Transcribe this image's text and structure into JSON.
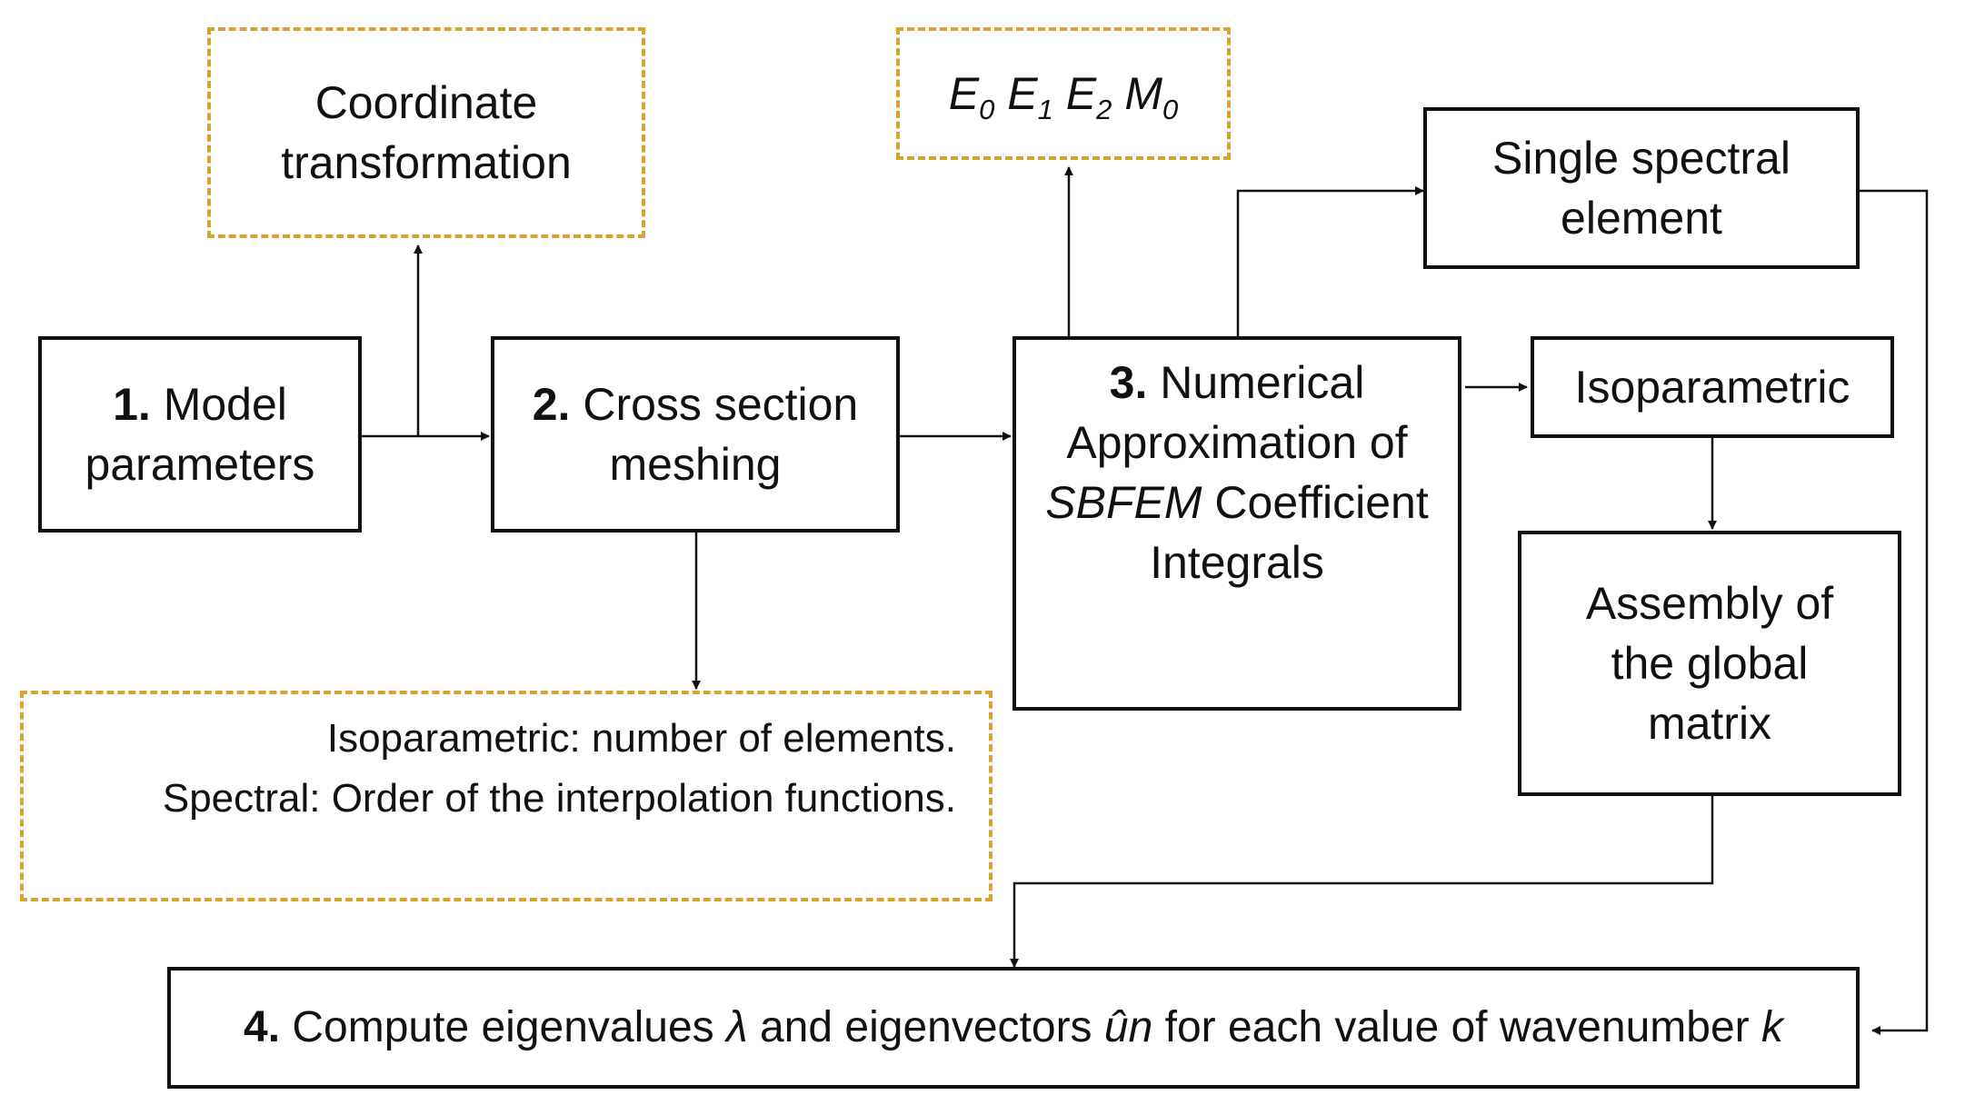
{
  "diagram": {
    "coordinate_box": {
      "lines": [
        "Coordinate",
        "transformation"
      ]
    },
    "matrices_box": {
      "terms": [
        {
          "sym": "E",
          "sub": "0"
        },
        {
          "sym": "E",
          "sub": "1"
        },
        {
          "sym": "E",
          "sub": "2"
        },
        {
          "sym": "M",
          "sub": "0"
        }
      ]
    },
    "single_spectral_box": {
      "lines": [
        "Single spectral",
        "element"
      ]
    },
    "step1": {
      "number": "1.",
      "line1": "Model",
      "line2": "parameters"
    },
    "step2": {
      "number": "2.",
      "line1": "Cross section",
      "line2": "meshing"
    },
    "step3": {
      "number": "3.",
      "line1": "Numerical",
      "line2": "Approximation of",
      "line3_italic": "SBFEM",
      "line3_rest": " Coefficient",
      "line4": "Integrals"
    },
    "isoparametric_box": {
      "label": "Isoparametric"
    },
    "assembly_box": {
      "lines": [
        "Assembly of",
        "the global",
        "matrix"
      ]
    },
    "mesh_note": {
      "lines": [
        "Isoparametric: number of elements.",
        "Spectral: Order of the interpolation functions."
      ]
    },
    "step4": {
      "number": "4.",
      "text_a": " Compute eigenvalues ",
      "lambda": "λ",
      "text_b": " and eigenvectors ",
      "vec": "ûn",
      "text_c": " for each value of wavenumber ",
      "k": "k"
    }
  }
}
